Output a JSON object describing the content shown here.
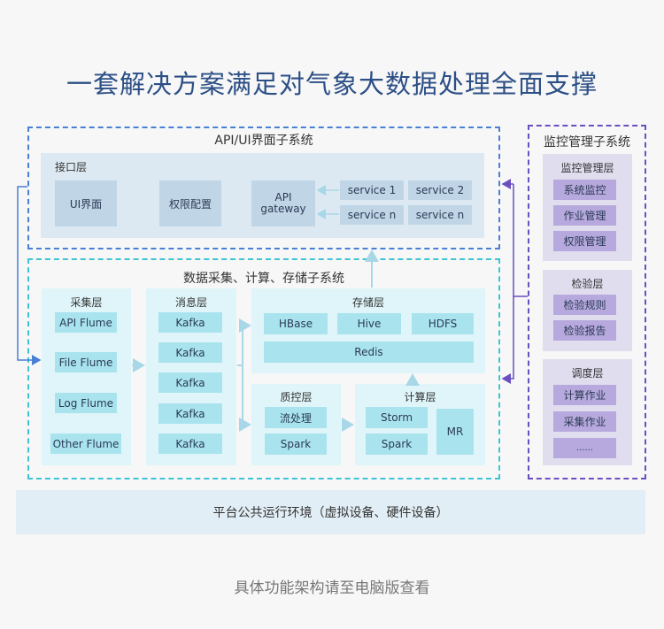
{
  "title": "一套解决方案满足对气象大数据处理全面支撑",
  "api_system": {
    "title": "API/UI界面子系统",
    "interface_layer": {
      "title": "接口层",
      "ui": "UI界面",
      "permission": "权限配置",
      "gateway_line1": "API",
      "gateway_line2": "gateway",
      "services": [
        "service 1",
        "service 2",
        "service n",
        "service n"
      ]
    }
  },
  "data_system": {
    "title": "数据采集、计算、存储子系统",
    "collect": {
      "title": "采集层",
      "items": [
        "API Flume",
        "File Flume",
        "Log Flume",
        "Other Flume"
      ]
    },
    "message": {
      "title": "消息层",
      "items": [
        "Kafka",
        "Kafka",
        "Kafka",
        "Kafka",
        "Kafka"
      ]
    },
    "storage": {
      "title": "存储层",
      "items": [
        "HBase",
        "Hive",
        "HDFS",
        "Redis"
      ]
    },
    "quality": {
      "title": "质控层",
      "items": [
        "流处理",
        "Spark"
      ]
    },
    "compute": {
      "title": "计算层",
      "items": [
        "Storm",
        "Spark",
        "MR"
      ]
    }
  },
  "monitor_system": {
    "title": "监控管理子系统",
    "groups": [
      {
        "title": "监控管理层",
        "items": [
          "系统监控",
          "作业管理",
          "权限管理"
        ]
      },
      {
        "title": "检验层",
        "items": [
          "检验规则",
          "检验报告"
        ]
      },
      {
        "title": "调度层",
        "items": [
          "计算作业",
          "采集作业",
          "......"
        ]
      }
    ]
  },
  "platform": "平台公共运行环境（虚拟设备、硬件设备）",
  "footer": "具体功能架构请至电脑版查看",
  "colors": {
    "title": "#2c4f86",
    "api_border": "#4a7fd6",
    "data_border": "#3fc3d6",
    "monitor_border": "#6a4fc0",
    "arrow": "#a8d8e8"
  }
}
